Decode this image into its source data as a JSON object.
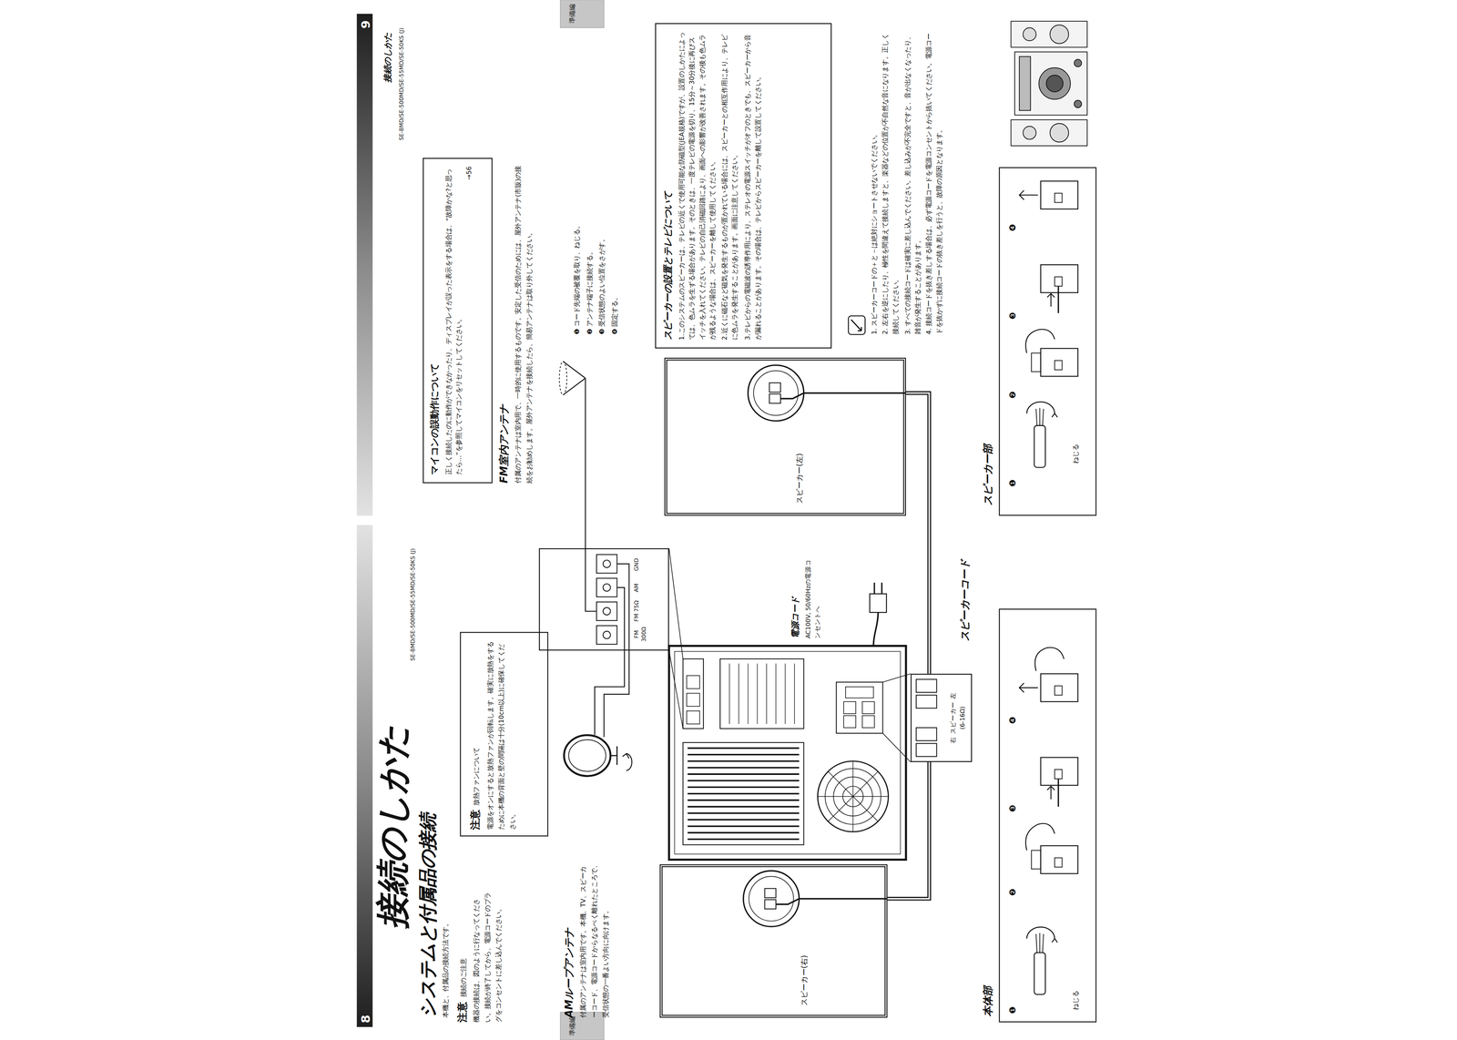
{
  "diagram": {
    "nodes": [
      {
        "text": [
          "注意",
          "放熱ファンについて",
          "電源をオンにすると放熱ファンが回転します。確実に放熱をするために本機の背面と壁の間隔は十分(10cm以上)に確保してください。"
        ]
      },
      {
        "text": [
          "FM 300Ω",
          "FM 75Ω",
          "AM",
          "GND"
        ]
      },
      {
        "text": [
          "スピーカー(右)"
        ]
      },
      {
        "text": [
          "右",
          "スピーカー",
          "左",
          "(6-16Ω)"
        ]
      },
      {
        "text": [
          "本体部",
          "❶",
          "ねじる",
          "❷",
          "❸",
          "❹"
        ]
      },
      {
        "text": [
          "マイコンの誤動作について",
          "正しく接続したのに動作ができなかったり、ディスプレイが誤った表示をする場合は、“故障かな?と思ったら…”を参照してマイコンをリセットしてください。",
          "→56"
        ]
      },
      {
        "text": [
          "スピーカー(左)"
        ]
      },
      {
        "text": [
          "スピーカーの設置とテレビについて",
          "1.このシステムのスピーカーは、テレビの近くで使用可能な防磁型(JEA規格)ですが、設置のしかたによっては、色ムラを生ずる場合があります。そのときは、一度テレビの電源を切り、15分～30分後に再びスイッチを入れてください。テレビの自己消磁回路により、画面への影響が改善されます。その後も色ムラが残るような場合は、スピーカーを離して使用してください。",
          "2.近くに磁石など磁気を発生するものが置かれている場合には、スピーカーとの相互作用により、テレビに色ムラを発生することがあります。画面に注意してください。",
          "3.テレビからの電磁波の誘導作用により、ステレオの電源スイッチがオフのときでも、スピーカーから音が漏れることがあります。その場合は、テレビからスピーカーを離して設置してください。"
        ]
      },
      {
        "text": [
          "スピーカー部",
          "❶",
          "ねじる",
          "❷",
          "❸",
          "❹"
        ]
      }
    ],
    "edges": [
      {
        "from": 2,
        "to": 3,
        "arrow": "none"
      },
      {
        "from": 6,
        "to": 3,
        "arrow": "none"
      }
    ],
    "labels": [
      "準備編",
      "8",
      "接続のしかた",
      "SE-8MD/SE-500MD/SE-55MD/SE-50KS (J)",
      "システムと付属品の接続",
      "本機と、付属品の接続方法です。",
      "注意",
      "接続のご注意",
      "機器の接続は、図のように行なってください。接続が終了してから、電源コードのプラグをコンセントに差し込んでください。",
      "AMループアンテナ",
      "付属のアンテナは室内用です。本機、TV、スピーカーコード、電源コードからなるべく離れたところで、受信状態の一番よい方向に向けます。",
      "電源コード",
      "AC100V, 50/60Hzの電源コンセントへ",
      "スピーカーコード",
      "準備編",
      "9",
      "接続のしかた",
      "SE-8MD/SE-500MD/SE-55MD/SE-50KS (J)",
      "FM室内アンテナ",
      "付属のアンテナは室内用で、一時的に使用するものです。安定した受信のためには、屋外アンテナ(市販)の接続をお勧めします。屋外アンテナを接続したら、簡易アンテナは取り外してください。",
      "❶ コード先端の被覆を取り、ねじる。",
      "❷ アンテナ端子に接続する。",
      "❸ 受信状態のよい位置をさがす。",
      "❹ 固定する。",
      "1. スピーカーコードの＋と－は絶対にショートさせないでください。",
      "2. 左右を逆にしたり、極性を間違えて接続しますと、楽器などの位置が不自然な音になります。正しく接続してください。",
      "3. すべての接続コードは確実に差し込んでください。差し込みが不完全ですと、音が出なくなったり、雑音が発生することがあります。",
      "4. 接続コードを抜き差しする場合は、必ず電源コードを電源コンセントから抜いてください。電源コードを抜かずに接続コードの抜き差しを行うと、故障の原因となります。"
    ]
  }
}
